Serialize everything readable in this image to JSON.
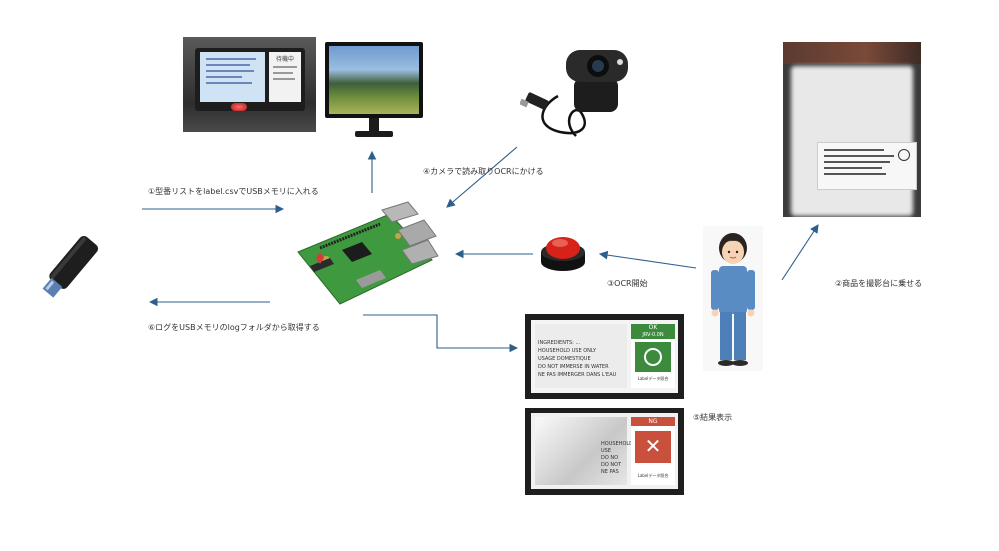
{
  "labels": {
    "step1": "①型番リストをlabel.csvでUSBメモリに入れる",
    "step2": "②商品を撮影台に乗せる",
    "step3": "③OCR開始",
    "step4": "④カメラで読み取りOCRにかける",
    "step5": "⑤結果表示",
    "step6": "⑥ログをUSBメモリのlogフォルダから取得する"
  },
  "touch_display": {
    "badge": "待機中"
  },
  "result_ok": {
    "status": "OK",
    "code": "JRV-0.0N",
    "caption": "Labelデータ照合",
    "label_lines": [
      "INGREDIENTS: ...",
      "HOUSEHOLD USE ONLY",
      "USAGE DOMESTIQUE",
      "DO NOT IMMERSE IN WATER",
      "NE PAS IMMERGER DANS L'EAU"
    ]
  },
  "result_ng": {
    "status": "NG",
    "caption": "Labelデータ照合",
    "label_lines": [
      "HOUSEHOLD",
      "USE",
      "DO NO",
      "DO NOT",
      "NE PAS"
    ]
  },
  "colors": {
    "arrow": "#2e5e8c",
    "ok_green": "#3c8a3c",
    "ng_red": "#c8503c",
    "pcb_green": "#3f9a3f",
    "button_red": "#d62218"
  }
}
